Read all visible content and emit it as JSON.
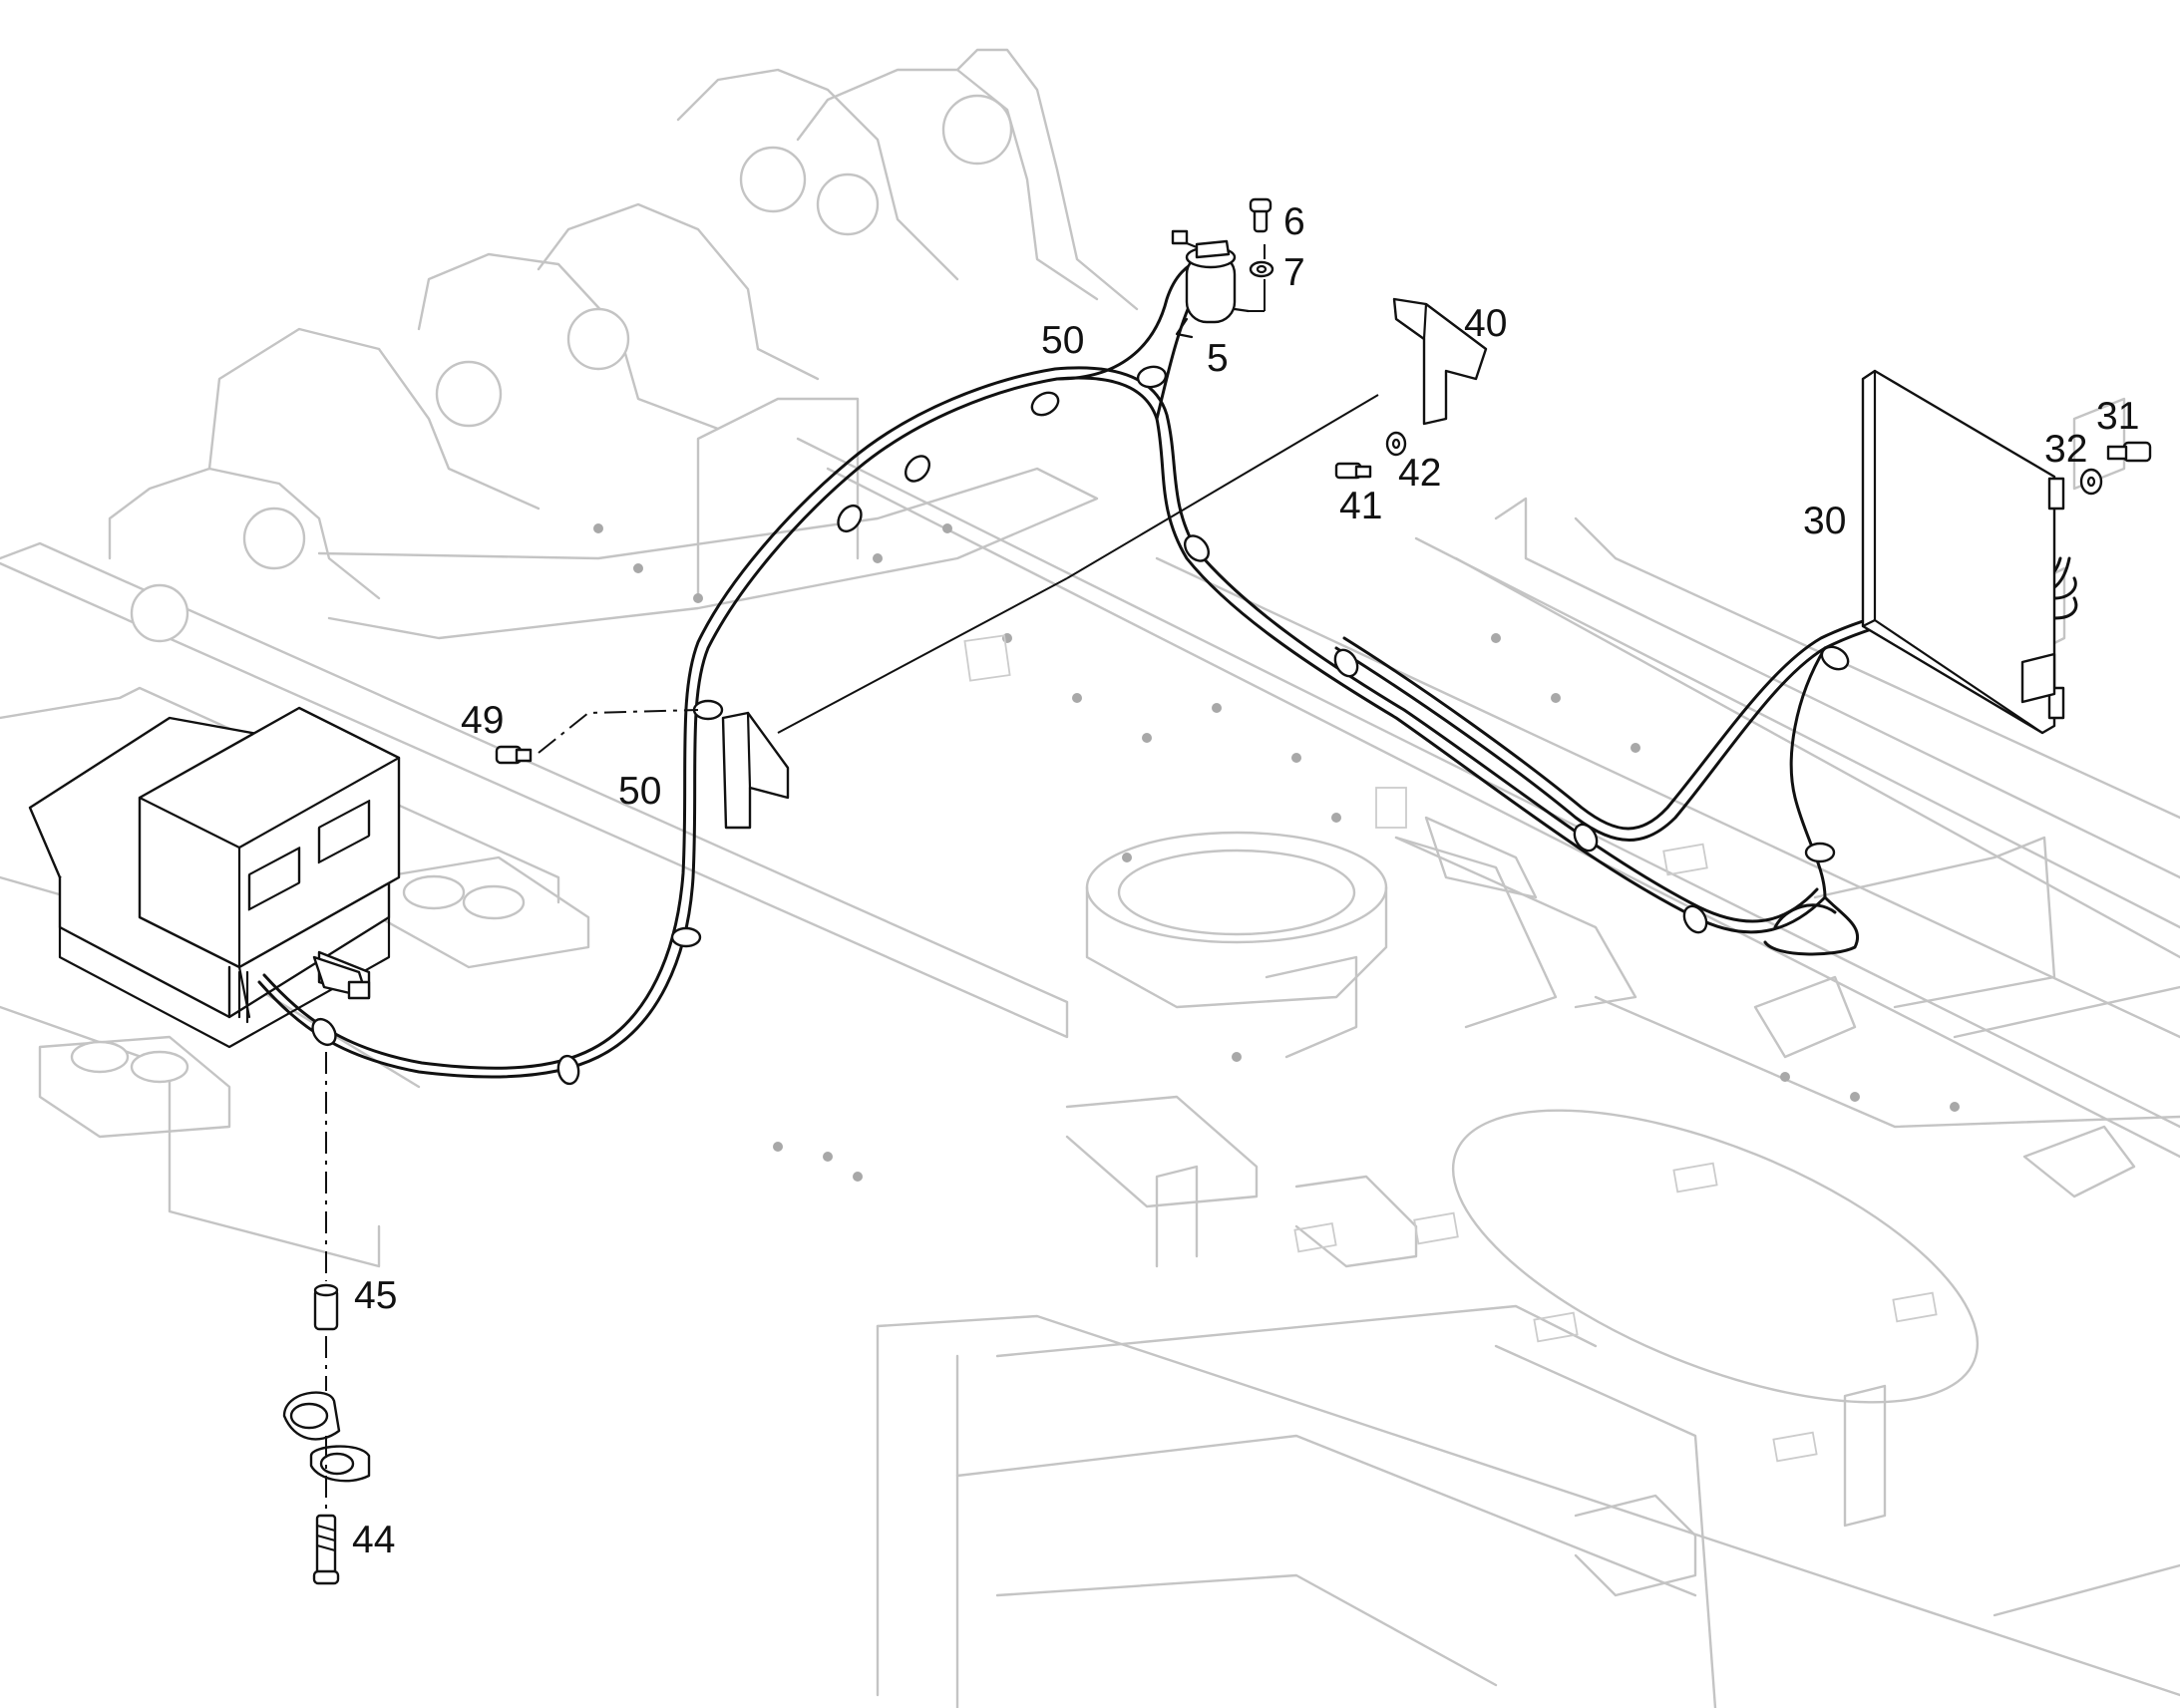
{
  "callouts": {
    "c5": "5",
    "c6": "6",
    "c7": "7",
    "c30": "30",
    "c31": "31",
    "c32": "32",
    "c40": "40",
    "c41": "41",
    "c42": "42",
    "c44": "44",
    "c45": "45",
    "c49": "49",
    "c50a": "50",
    "c50b": "50"
  },
  "colors": {
    "frame_line": "#c4c4c4",
    "part_line": "#111111",
    "background": "#ffffff"
  }
}
